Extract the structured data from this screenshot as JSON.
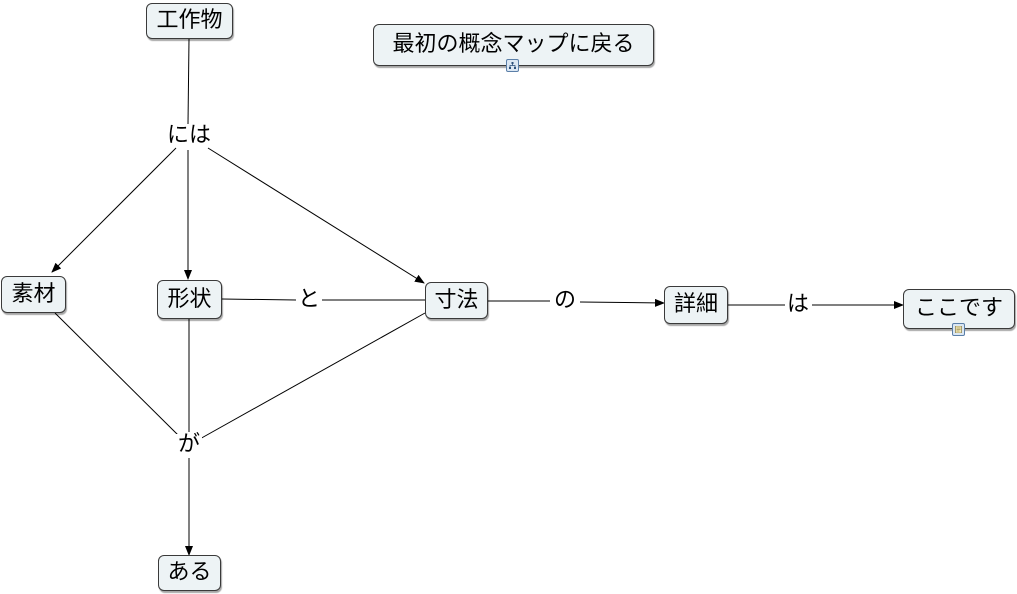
{
  "concepts": {
    "kousakubutsu": "工作物",
    "back_to_first": "最初の概念マップに戻る",
    "sozai": "素材",
    "keijou": "形状",
    "sunpou": "寸法",
    "shousai": "詳細",
    "koko": "ここです",
    "aru": "ある"
  },
  "linking_phrases": {
    "niwa": "には",
    "to": "と",
    "no": "の",
    "wa": "は",
    "ga": "が"
  },
  "icons": {
    "back_link": "concept-map-link-icon",
    "koko_link": "document-link-icon"
  },
  "colors": {
    "node_fill": "#edf3f5",
    "node_border": "#3a3a3a",
    "line": "#000000"
  }
}
